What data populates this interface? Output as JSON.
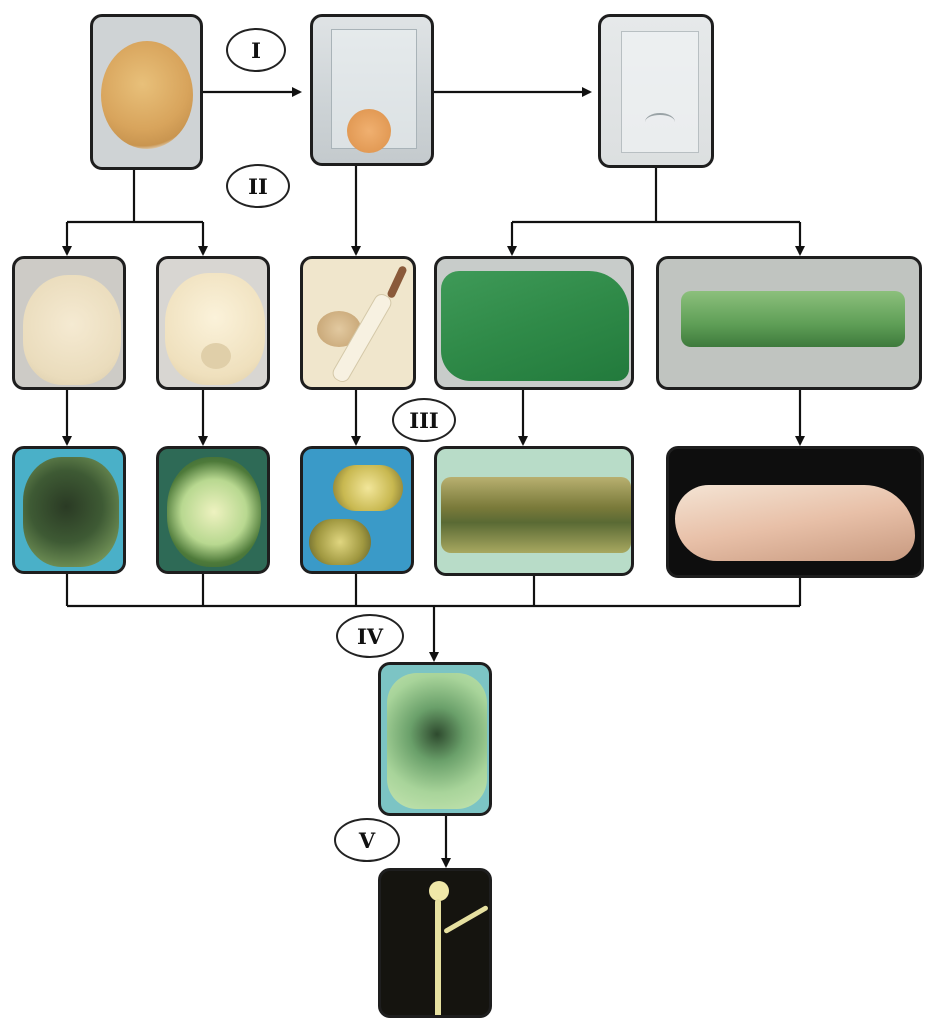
{
  "stages": {
    "i": "I",
    "ii": "II",
    "iii": "III",
    "iv": "IV",
    "v": "V"
  }
}
